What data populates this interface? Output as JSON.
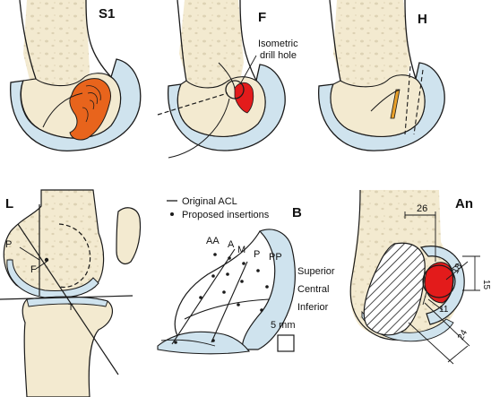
{
  "panels": {
    "s1": {
      "label": "S1"
    },
    "f": {
      "label": "F",
      "annotation_line1": "Isometric",
      "annotation_line2": "drill hole"
    },
    "h": {
      "label": "H"
    },
    "l": {
      "label": "L",
      "p": "P",
      "f": "F",
      "t": "T"
    },
    "b": {
      "label": "B",
      "legend_line": "Original ACL",
      "legend_dot": "Proposed insertions",
      "aa": "AA",
      "a": "A",
      "m": "M",
      "p": "P",
      "pp": "PP",
      "superior": "Superior",
      "central": "Central",
      "inferior": "Inferior",
      "scale": "5 mm"
    },
    "an": {
      "label": "An",
      "d26": "26",
      "d18": "18",
      "d15": "15",
      "d11": "11",
      "d24": "24"
    }
  },
  "colors": {
    "bone": "#f3ead0",
    "cartilage": "#cfe3ee",
    "acl_orange": "#e8641c",
    "drill_red": "#e31b1b",
    "outline": "#1a1a1a"
  }
}
